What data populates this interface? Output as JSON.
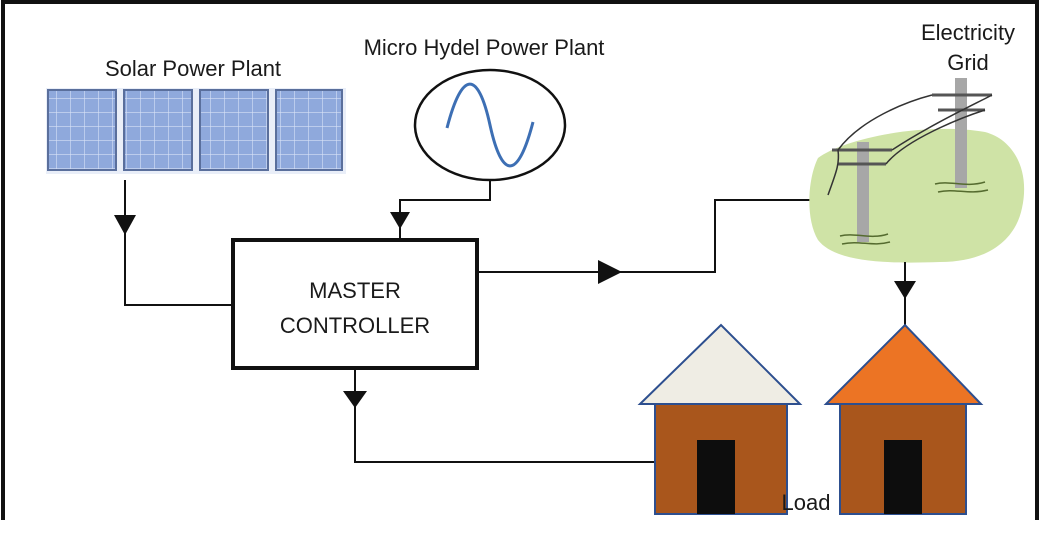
{
  "labels": {
    "solar": "Solar Power Plant",
    "hydel": "Micro Hydel Power Plant",
    "grid_line1": "Electricity",
    "grid_line2": "Grid",
    "controller_line1": "MASTER",
    "controller_line2": "CONTROLLER",
    "load": "Load"
  },
  "colors": {
    "line": "#111111",
    "panel_fill": "#8fa9dc",
    "panel_cell_line": "#d8e2f6",
    "panel_frame": "#5a6f9c",
    "ground": "#cfe3a6",
    "pole": "#a7a7a7",
    "roof_left": "#efede4",
    "roof_right": "#ec7424",
    "house_body": "#a9561c",
    "house_outline": "#2d4f8f",
    "door": "#0d0d0d",
    "sine_wave": "#3d6fb4"
  },
  "icons": {
    "solar": "solar-panel-icon",
    "hydel": "sine-wave-generator-icon",
    "grid": "power-transmission-tower-icon",
    "load": "house-icon"
  }
}
